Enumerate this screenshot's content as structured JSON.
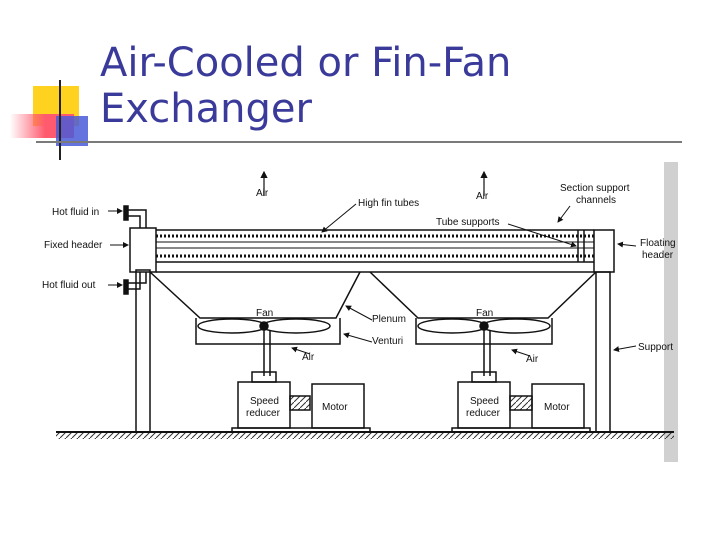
{
  "slide": {
    "title_line1": "Air-Cooled or Fin-Fan",
    "title_line2": "Exchanger"
  },
  "colors": {
    "title": "#3a3a9a",
    "accent_yellow": "#ffd21f",
    "accent_red": "#ff5a6e",
    "accent_blue": "#4a5bd8"
  },
  "diagram": {
    "labels": {
      "hot_fluid_in": "Hot fluid in",
      "fixed_header": "Fixed header",
      "hot_fluid_out": "Hot fluid out",
      "air_left": "Air",
      "high_fin_tubes": "High fin tubes",
      "air_right": "Air",
      "tube_supports": "Tube supports",
      "section_support_1": "Section support",
      "section_support_2": "channels",
      "floating_1": "Floating",
      "floating_2": "header",
      "fan_left": "Fan",
      "fan_right": "Fan",
      "plenum": "Plenum",
      "venturi": "Venturi",
      "air_fan_left": "Air",
      "air_fan_right": "Air",
      "support": "Support",
      "speed_left_1": "Speed",
      "speed_left_2": "reducer",
      "motor_left": "Motor",
      "speed_right_1": "Speed",
      "speed_right_2": "reducer",
      "motor_right": "Motor"
    }
  }
}
